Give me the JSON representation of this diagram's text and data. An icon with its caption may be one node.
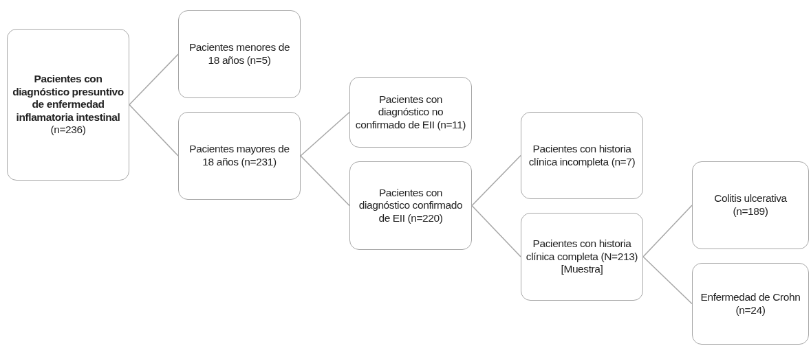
{
  "diagram": {
    "nodes": [
      {
        "text": [
          "**Pacientes con diagnóstico presuntivo de enfermedad inflamatoria intestinal** (n=236)"
        ]
      },
      {
        "text": [
          "Pacientes menores de 18 años (n=5)"
        ]
      },
      {
        "text": [
          "Pacientes mayores de 18 años (n=231)"
        ]
      },
      {
        "text": [
          "Pacientes con diagnóstico no confirmado de EII (n=11)"
        ]
      },
      {
        "text": [
          "Pacientes con diagnóstico confirmado de EII (n=220)"
        ]
      },
      {
        "text": [
          "Pacientes con historia clínica incompleta (n=7)"
        ]
      },
      {
        "text": [
          "Pacientes con historia clínica completa (N=213) [Muestra]"
        ]
      },
      {
        "text": [
          "Colitis ulcerativa (n=189)"
        ]
      },
      {
        "text": [
          "Enfermedad de Crohn (n=24)"
        ]
      }
    ],
    "edges": [
      {
        "from": 0,
        "to": 1,
        "arrow": "none"
      },
      {
        "from": 0,
        "to": 2,
        "arrow": "none"
      },
      {
        "from": 2,
        "to": 3,
        "arrow": "none"
      },
      {
        "from": 2,
        "to": 4,
        "arrow": "none"
      },
      {
        "from": 4,
        "to": 5,
        "arrow": "none"
      },
      {
        "from": 4,
        "to": 6,
        "arrow": "none"
      },
      {
        "from": 6,
        "to": 7,
        "arrow": "none"
      },
      {
        "from": 6,
        "to": 8,
        "arrow": "none"
      }
    ]
  }
}
